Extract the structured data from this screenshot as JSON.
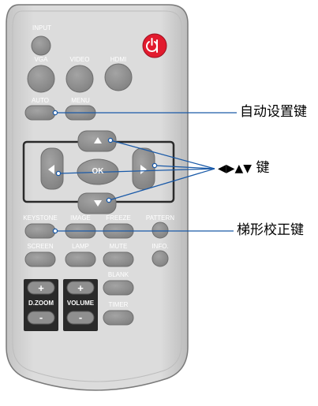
{
  "remote": {
    "buttons": {
      "input": "INPUT",
      "vga": "VGA",
      "video": "VIDEO",
      "hdmi": "HDMI",
      "auto": "AUTO",
      "menu": "MENU",
      "ok": "OK",
      "keystone": "KEYSTONE",
      "image": "IMAGE",
      "freeze": "FREEZE",
      "pattern": "PATTERN",
      "screen": "SCREEN",
      "lamp": "LAMP",
      "mute": "MUTE",
      "info": "INFO.",
      "blank": "BLANK",
      "timer": "TIMER",
      "dzoom": "D.ZOOM",
      "volume": "VOLUME",
      "plus": "+",
      "minus": "-"
    },
    "colors": {
      "body": "#d6d6d6",
      "button": "#8f8f8f",
      "power": "#e21b2e",
      "dark_panel": "#2a2a2a"
    }
  },
  "callouts": {
    "auto_key": "自动设置键",
    "arrow_key_glyphs": "◀▶▲▼",
    "arrow_key_suffix": "键",
    "keystone_key": "梯形校正键"
  }
}
